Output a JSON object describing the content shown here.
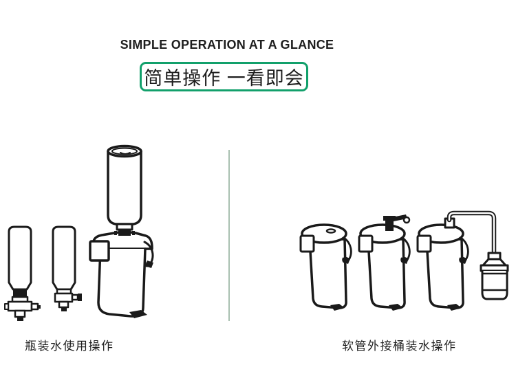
{
  "header": {
    "title_en": "SIMPLE OPERATION AT A GLANCE",
    "title_zh": "简单操作 一看即会"
  },
  "sections": [
    {
      "caption": "瓶装水使用操作",
      "illustration": "bottled-water-usage-steps"
    },
    {
      "caption": "软管外接桶装水操作",
      "illustration": "hose-external-bucket-steps"
    }
  ],
  "colors": {
    "accent_green": "#12a06b",
    "divider": "#a9c0b1",
    "line_art": "#1a1a1a",
    "text": "#1e1e1e",
    "background": "#ffffff"
  }
}
